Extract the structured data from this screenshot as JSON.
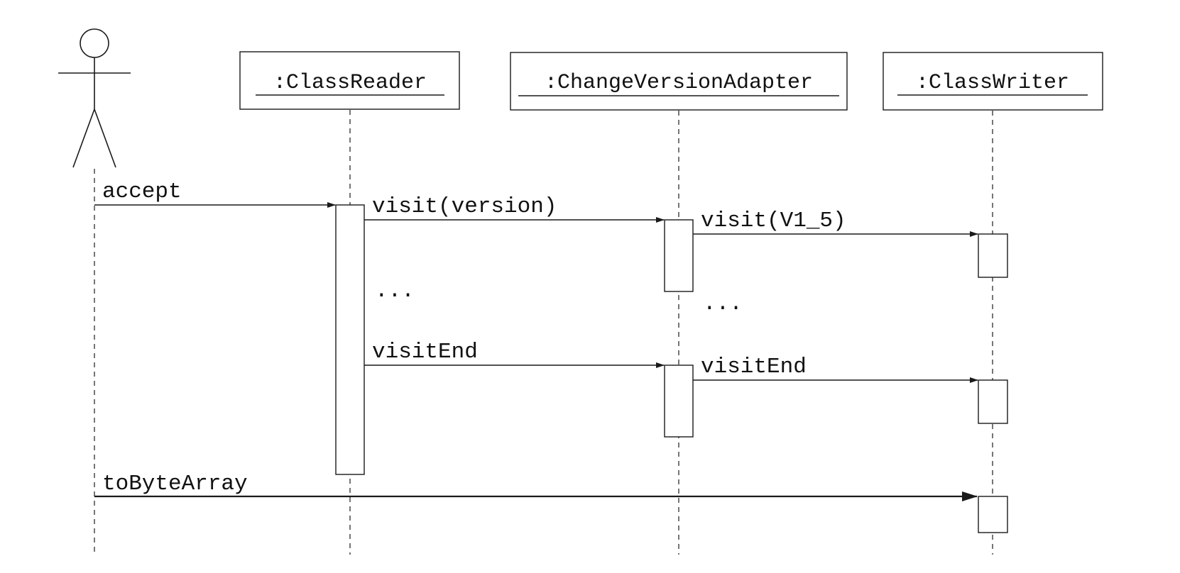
{
  "actor": {
    "name": "",
    "icon": "stick-figure-actor-icon"
  },
  "lifelines": [
    {
      "id": "class-reader",
      "label": ":ClassReader"
    },
    {
      "id": "change-version-adapter",
      "label": ":ChangeVersionAdapter"
    },
    {
      "id": "class-writer",
      "label": ":ClassWriter"
    }
  ],
  "messages": [
    {
      "id": "accept",
      "label": "accept",
      "from": "actor",
      "to": "class-reader"
    },
    {
      "id": "visit-version",
      "label": "visit(version)",
      "from": "class-reader",
      "to": "change-version-adapter"
    },
    {
      "id": "visit-v1-5",
      "label": "visit(V1_5)",
      "from": "change-version-adapter",
      "to": "class-writer"
    },
    {
      "id": "visit-end-1",
      "label": "visitEnd",
      "from": "class-reader",
      "to": "change-version-adapter"
    },
    {
      "id": "visit-end-2",
      "label": "visitEnd",
      "from": "change-version-adapter",
      "to": "class-writer"
    },
    {
      "id": "to-byte-array",
      "label": "toByteArray",
      "from": "actor",
      "to": "class-writer"
    }
  ],
  "continuations": [
    {
      "id": "ellipsis-reader",
      "label": "..."
    },
    {
      "id": "ellipsis-adapter",
      "label": "..."
    }
  ],
  "colors": {
    "stroke": "#1a1a1a",
    "background": "#ffffff"
  }
}
